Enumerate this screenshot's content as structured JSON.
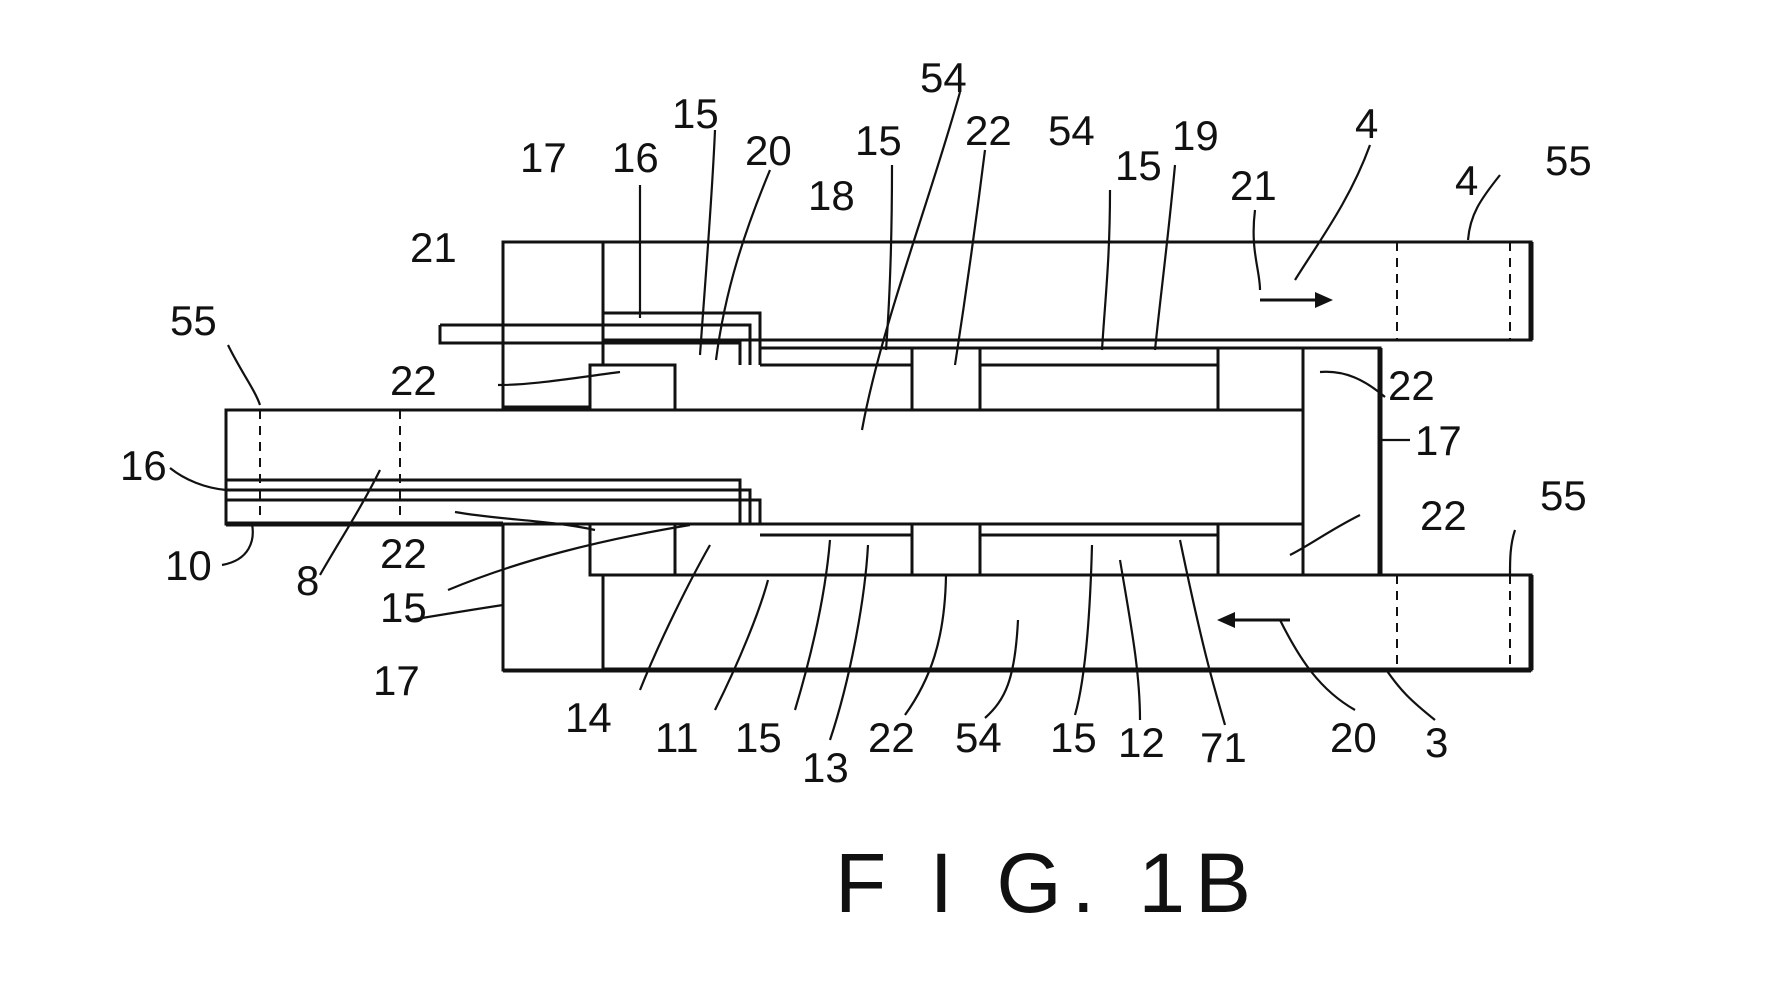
{
  "figure": {
    "caption": "F I G. 1B",
    "labels": {
      "l54_top": "54",
      "l15_a": "15",
      "l17_a": "17",
      "l16_a": "16",
      "l20_a": "20",
      "l15_b": "15",
      "l22_a": "22",
      "l54_b": "54",
      "l15_c": "15",
      "l19": "19",
      "l4_a": "4",
      "l55_a": "55",
      "l18": "18",
      "l21_a": "21",
      "l4_b": "4",
      "l21_b": "21",
      "l55_b": "55",
      "l22_b": "22",
      "l22_c": "22",
      "l17_b": "17",
      "l16_b": "16",
      "l55_c": "55",
      "l22_d": "22",
      "l10": "10",
      "l8": "8",
      "l22_e": "22",
      "l15_d": "15",
      "l17_c": "17",
      "l14": "14",
      "l11": "11",
      "l15_e": "15",
      "l13": "13",
      "l22_f": "22",
      "l54_c": "54",
      "l15_f": "15",
      "l12": "12",
      "l71": "71",
      "l20_b": "20",
      "l3": "3"
    }
  }
}
